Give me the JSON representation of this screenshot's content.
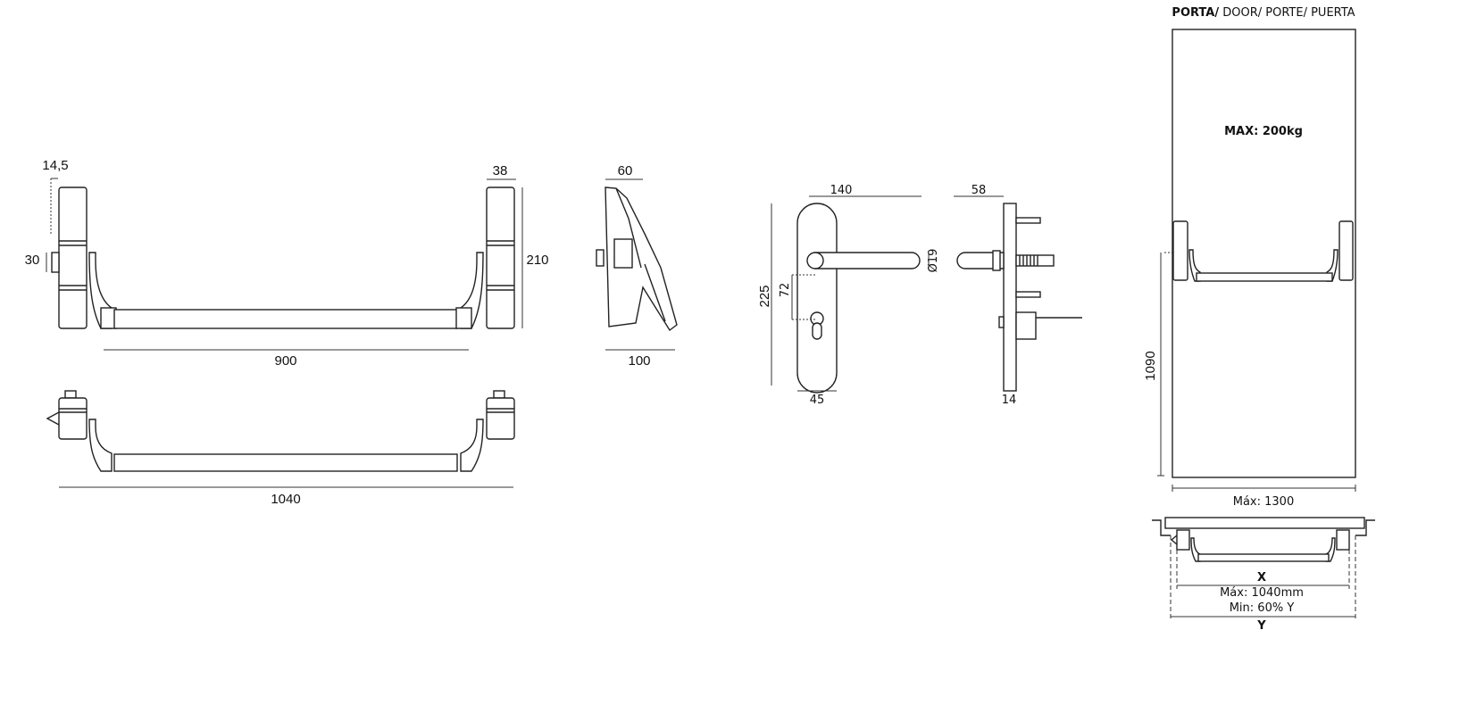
{
  "panic_bar_front": {
    "dim_offset": "14,5",
    "dim_latch": "30",
    "dim_housing_width": "38",
    "dim_height": "210",
    "dim_bar_length": "900"
  },
  "panic_bar_top": {
    "dim_total_length": "1040"
  },
  "panic_bar_side": {
    "dim_depth": "60",
    "dim_total_depth": "100"
  },
  "handle_front": {
    "dim_lever_length": "140",
    "dim_plate_height": "225",
    "dim_center_distance": "72",
    "dim_lever_diameter": "Ø19",
    "dim_plate_width": "45"
  },
  "handle_side": {
    "dim_projection": "58",
    "dim_plate_thickness": "14"
  },
  "door": {
    "title_bold": "PORTA/",
    "title_rest": " DOOR/ PORTE/ PUERTA",
    "max_weight": "MAX: 200kg",
    "dim_height": "1090",
    "dim_max_width": "Máx: 1300"
  },
  "door_top": {
    "label_x": "X",
    "max_x": "Máx: 1040mm",
    "min_x": "Min: 60% Y",
    "label_y": "Y"
  }
}
